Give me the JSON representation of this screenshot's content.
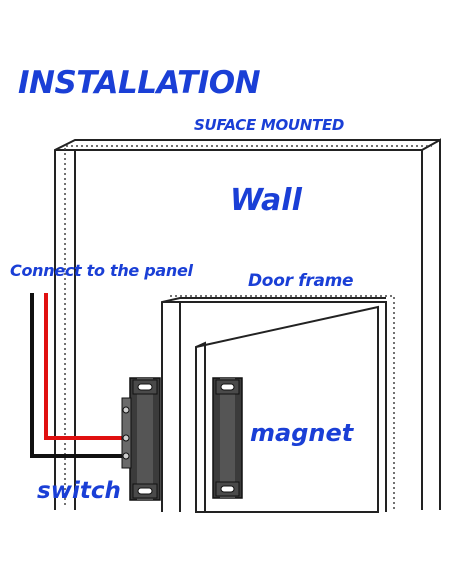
{
  "title": "INSTALLATION",
  "labels": {
    "mounting": "SUFACE MOUNTED",
    "wall": "Wall",
    "panel": "Connect to the panel",
    "door_frame": "Door frame",
    "magnet": "magnet",
    "switch": "switch"
  },
  "colors": {
    "label_text": "#1a3fd6",
    "red_wire": "#e01010",
    "black_wire": "#111111",
    "sensor_body": "#3b3b3b",
    "outline": "#222222"
  }
}
